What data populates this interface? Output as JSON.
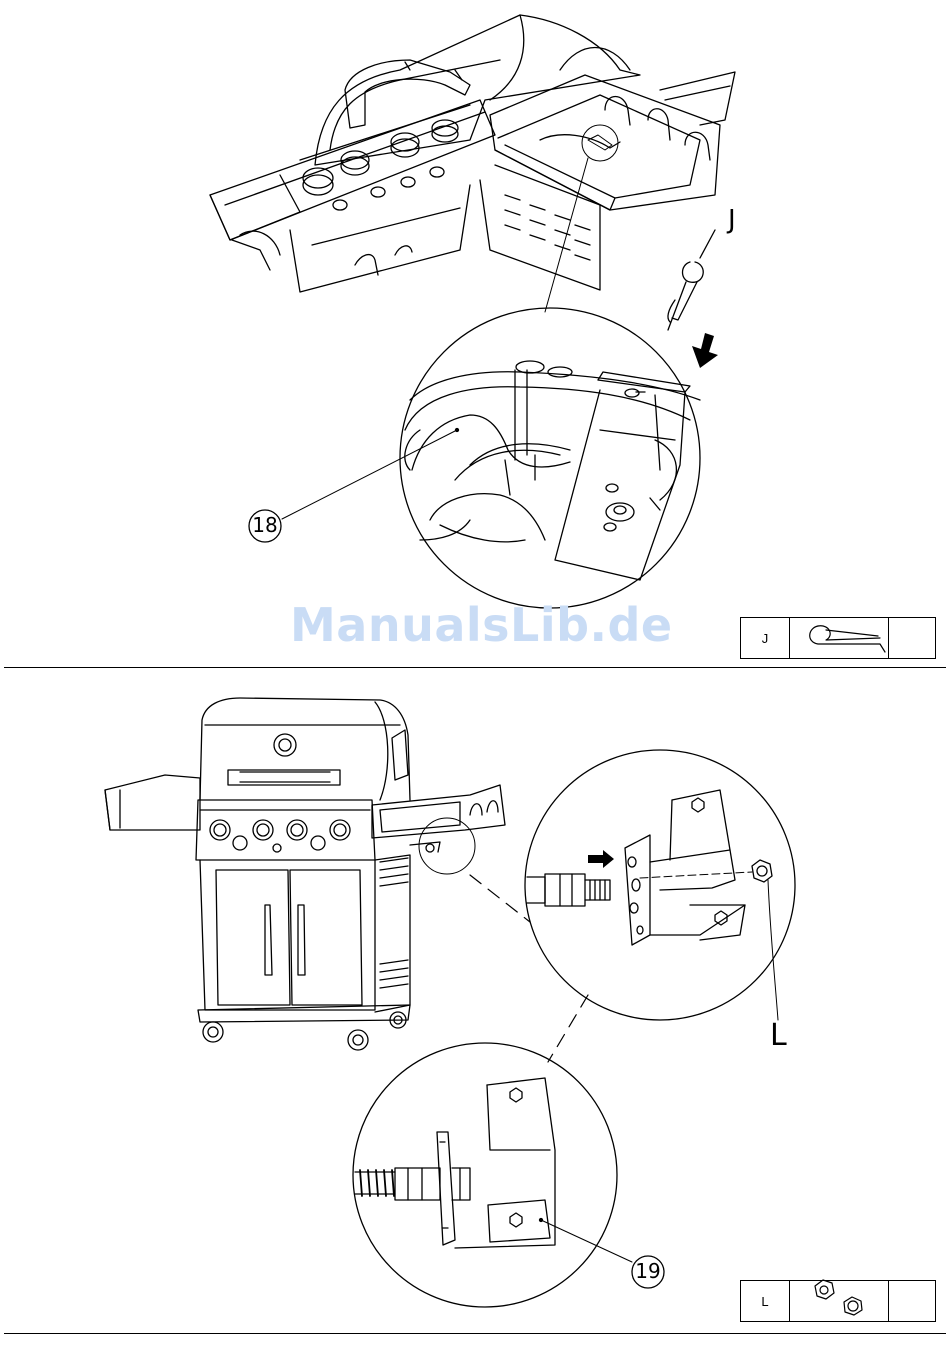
{
  "watermark": "ManualsLib.de",
  "step1": {
    "callout_part": "18",
    "callout_letter": "J",
    "parts_table": {
      "code": "J",
      "qty": ""
    }
  },
  "step2": {
    "callout_part": "19",
    "callout_letter": "L",
    "parts_table": {
      "code": "L",
      "qty": ""
    }
  },
  "icons": {
    "hitch_pin": "hitch-pin-clip-icon",
    "nut": "hex-nut-icon",
    "arrow": "insert-direction-arrow-icon"
  }
}
